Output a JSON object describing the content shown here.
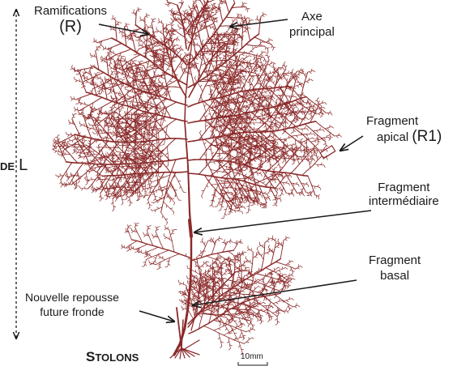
{
  "labels": {
    "ramifications_line1": "Ramifications",
    "ramifications_line2": "(R)",
    "axe_line1": "Axe",
    "axe_line2": "principal",
    "apical_line1": "Fragment",
    "apical_line2_a": "apical ",
    "apical_line2_b": "(R1)",
    "inter_line1": "Fragment",
    "inter_line2": "intermédiaire",
    "basal_line1": "Fragment",
    "basal_line2": "basal",
    "nouvelle_line1": "Nouvelle repousse",
    "nouvelle_line2": "future fronde",
    "stolons_initial": "S",
    "stolons_rest": "TOLONS",
    "length_cut": "DE",
    "length_letter": "L",
    "scale_bar": "10mm"
  },
  "colors": {
    "alga": "#8b2a2a",
    "text": "#1a1a1a",
    "arrow": "#1a1a1a"
  }
}
